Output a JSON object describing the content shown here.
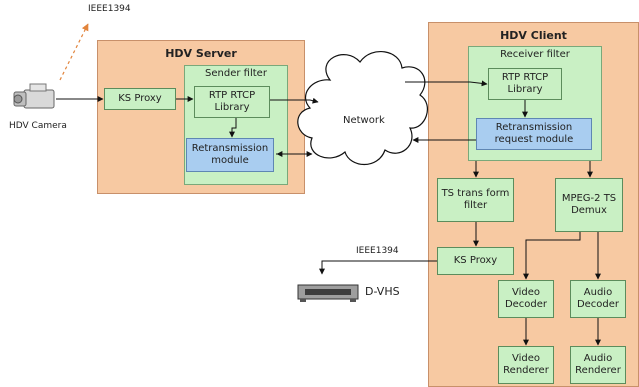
{
  "camera": {
    "label": "HDV Camera",
    "icon": "camcorder-icon"
  },
  "ieee_top": {
    "label": "IEEE1394"
  },
  "server": {
    "title": "HDV Server",
    "ks_proxy": "KS Proxy",
    "sender_filter": "Sender filter",
    "rtp_library": "RTP RTCP Library",
    "retransmission_module": "Retransmission module"
  },
  "network": {
    "label": "Network",
    "icon": "cloud-icon"
  },
  "client": {
    "title": "HDV Client",
    "receiver_filter": "Receiver filter",
    "rtp_library": "RTP RTCP Library",
    "retransmission_request": "Retransmission request module",
    "ts_transform": "TS trans form filter",
    "demux": "MPEG-2 TS Demux",
    "ks_proxy": "KS Proxy",
    "video_decoder": "Video Decoder",
    "audio_decoder": "Audio Decoder",
    "video_renderer": "Video Renderer",
    "audio_renderer": "Audio Renderer"
  },
  "ieee_bottom": {
    "label": "IEEE1394"
  },
  "dvhs": {
    "label": "D-VHS",
    "icon": "vcr-icon"
  },
  "colors": {
    "panel": "#f7c9a2",
    "filter": "#c9f0c4",
    "module": "#a9cdf0",
    "ieee_arrow": "#e2843c"
  }
}
